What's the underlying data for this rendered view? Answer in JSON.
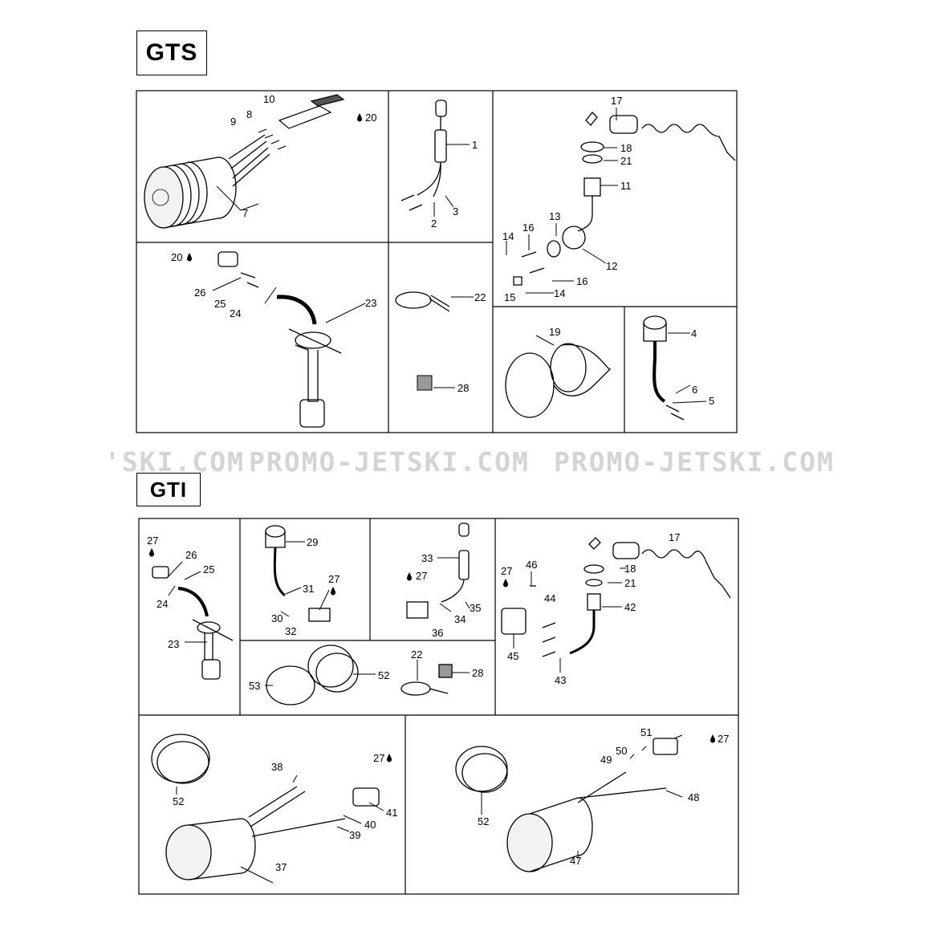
{
  "models": {
    "top": "GTS",
    "bottom": "GTI"
  },
  "watermark": {
    "left": "'SKI.COM",
    "middle": "PROMO-JETSKI.COM",
    "right": "PROMO-JETSKI.COM"
  },
  "labels": {
    "l1": "1",
    "l2": "2",
    "l3": "3",
    "l4": "4",
    "l5": "5",
    "l6": "6",
    "l7": "7",
    "l8": "8",
    "l9": "9",
    "l10": "10",
    "l11": "11",
    "l12": "12",
    "l13": "13",
    "l14a": "14",
    "l14b": "14",
    "l15": "15",
    "l16a": "16",
    "l16b": "16",
    "l17": "17",
    "l18": "18",
    "l19": "19",
    "l20a": "20",
    "l20b": "20",
    "l21": "21",
    "l22": "22",
    "l23": "23",
    "l24": "24",
    "l25": "25",
    "l26": "26",
    "l28": "28",
    "g27a": "27",
    "g26": "26",
    "g25": "25",
    "g24": "24",
    "g23": "23",
    "g29": "29",
    "g31": "31",
    "g27b": "27",
    "g30": "30",
    "g32": "32",
    "g33": "33",
    "g27c": "27",
    "g35": "35",
    "g34": "34",
    "g36": "36",
    "g27d": "27",
    "g46": "46",
    "g44": "44",
    "g45": "45",
    "g17": "17",
    "g18": "18",
    "g21": "21",
    "g42": "42",
    "g43": "43",
    "g22": "22",
    "g28": "28",
    "g53": "53",
    "g52a": "52",
    "g38": "38",
    "g27e": "27",
    "g41": "41",
    "g40": "40",
    "g39": "39",
    "g37": "37",
    "g52b": "52",
    "g51": "51",
    "g27f": "27",
    "g50": "50",
    "g49": "49",
    "g48": "48",
    "g52c": "52",
    "g47": "47"
  }
}
